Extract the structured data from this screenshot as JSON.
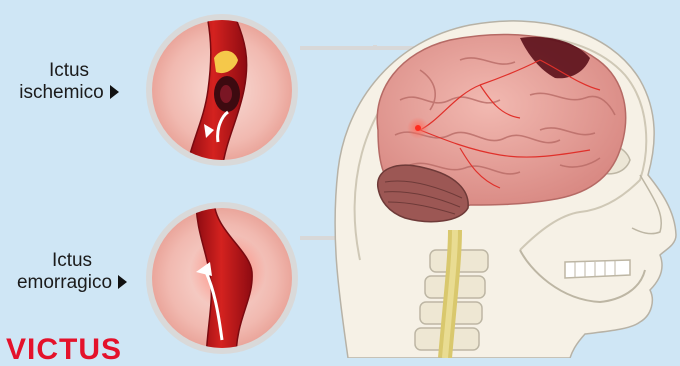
{
  "labels": {
    "ischemic_line1": "Ictus",
    "ischemic_line2": "ischemico",
    "hemorrhagic_line1": "Ictus",
    "hemorrhagic_line2": "emorragico"
  },
  "brand": "VICTUS",
  "icons": [
    "right-triangle-arrow-icon",
    "flow-arrow-icon"
  ],
  "colors": {
    "background": "#cfe6f5",
    "vessel": "#c8161d",
    "brain": "#e8a5a0",
    "bone": "#f4efe2",
    "brand": "#e4122b"
  }
}
